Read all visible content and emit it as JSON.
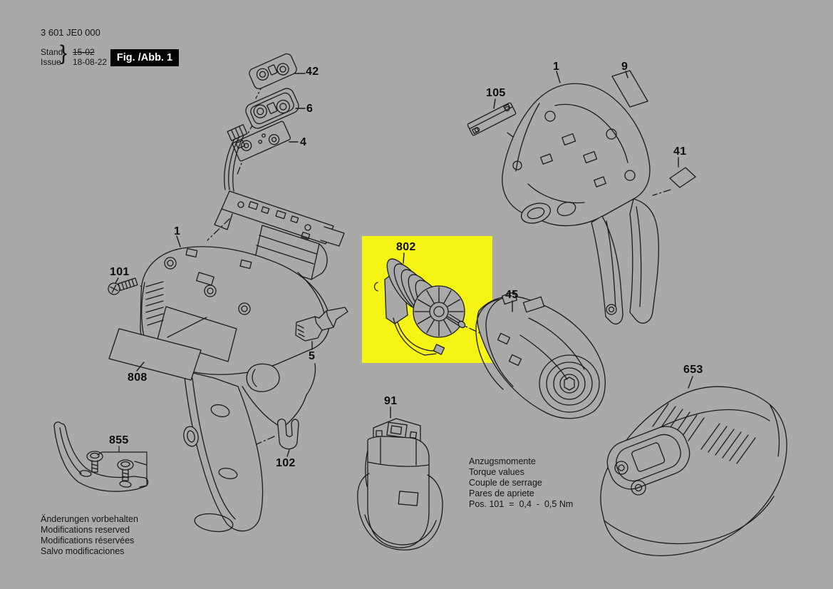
{
  "colors": {
    "background": "#a9a9a9",
    "ink": "#1b1b1b",
    "highlight": "#f6f414"
  },
  "header": {
    "part_number": "3 601 JE0 000",
    "stand_label": "Stand",
    "issue_label": "Issue",
    "brace": "}",
    "stand_value": "15-02",
    "issue_value": "18-08-22",
    "figure_label": "Fig. /Abb. 1"
  },
  "callouts": {
    "button_plate": "42",
    "button_pad": "6",
    "board_plate": "4",
    "housing_right": "1",
    "sticker_9": "9",
    "strip_105": "105",
    "sticker_41": "41",
    "housing_left": "1",
    "screw_101": "101",
    "sticker_808": "808",
    "belt_clip_855": "855",
    "slider_5": "5",
    "motor_802": "802",
    "impact_45": "45",
    "battery_91": "91",
    "u_clip_102": "102",
    "charger_653": "653"
  },
  "torque_note": {
    "line_de": "Anzugsmomente",
    "line_en": "Torque values",
    "line_fr": "Couple de serrage",
    "line_es": "Pares de apriete",
    "line_value": "Pos. 101  =  0,4  -  0,5 Nm"
  },
  "footer_notes": {
    "line_de": "Änderungen vorbehalten",
    "line_en": "Modifications reserved",
    "line_fr": "Modifications réservées",
    "line_es": "Salvo modificaciones"
  }
}
